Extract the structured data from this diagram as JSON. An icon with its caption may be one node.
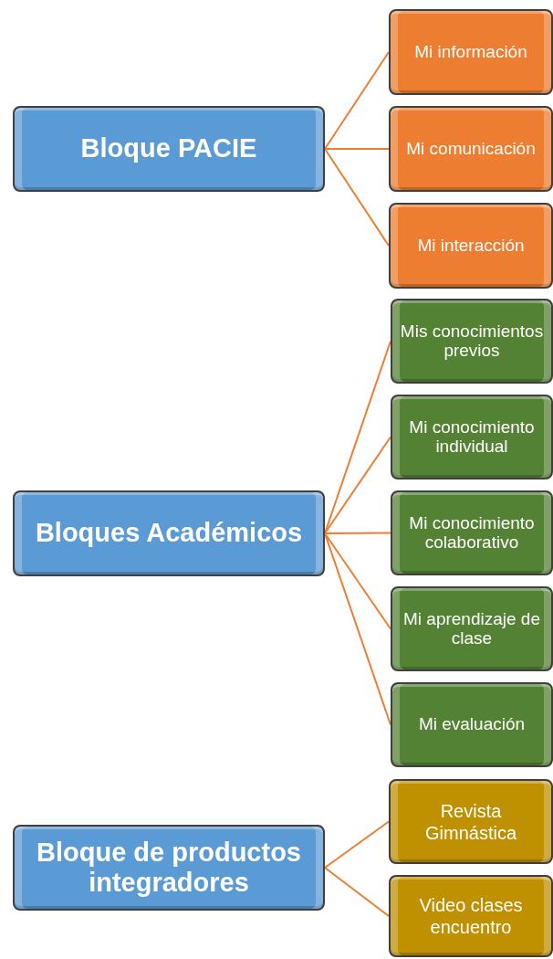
{
  "diagram": {
    "nodes": [
      {
        "text": [
          "Bloque PACIE"
        ]
      },
      {
        "text": [
          "Mi información"
        ]
      },
      {
        "text": [
          "Mi comunicación"
        ]
      },
      {
        "text": [
          "Mi interacción"
        ]
      },
      {
        "text": [
          "Bloques Académicos"
        ]
      },
      {
        "text": [
          "Mis conocimientos previos"
        ]
      },
      {
        "text": [
          "Mi conocimiento individual"
        ]
      },
      {
        "text": [
          "Mi conocimiento colaborativo"
        ]
      },
      {
        "text": [
          "Mi aprendizaje de clase"
        ]
      },
      {
        "text": [
          "Mi evaluación"
        ]
      },
      {
        "text": [
          "Bloque de productos integradores"
        ]
      },
      {
        "text": [
          "Revista Gimnástica"
        ]
      },
      {
        "text": [
          "Video clases encuentro"
        ]
      }
    ],
    "edges": [
      {
        "from": 0,
        "to": 1,
        "arrow": "none"
      },
      {
        "from": 0,
        "to": 2,
        "arrow": "none"
      },
      {
        "from": 0,
        "to": 3,
        "arrow": "none"
      },
      {
        "from": 4,
        "to": 5,
        "arrow": "none"
      },
      {
        "from": 4,
        "to": 6,
        "arrow": "none"
      },
      {
        "from": 4,
        "to": 7,
        "arrow": "none"
      },
      {
        "from": 4,
        "to": 8,
        "arrow": "none"
      },
      {
        "from": 4,
        "to": 9,
        "arrow": "none"
      },
      {
        "from": 10,
        "to": 11,
        "arrow": "none"
      },
      {
        "from": 10,
        "to": 12,
        "arrow": "none"
      }
    ]
  }
}
